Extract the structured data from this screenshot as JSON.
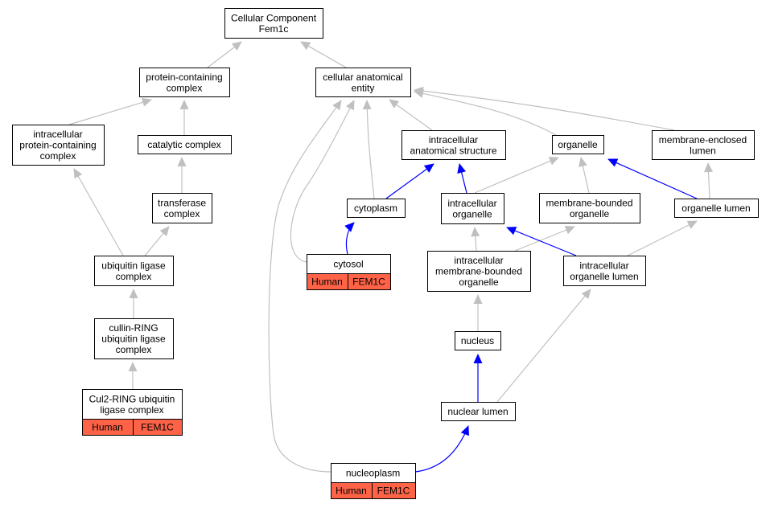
{
  "colors": {
    "edge_default": "#c0c0c0",
    "edge_highlight": "#0000ff",
    "annotation_fill": "#ff6347",
    "node_fill": "#ffffff",
    "node_stroke": "#000000"
  },
  "nodes": {
    "cc_root": {
      "lines": [
        "Cellular Component",
        "Fem1c"
      ]
    },
    "protein_containing_complex": {
      "lines": [
        "protein-containing",
        "complex"
      ]
    },
    "cellular_anatomical_entity": {
      "lines": [
        "cellular anatomical",
        "entity"
      ]
    },
    "intracellular_protein_containing_complex": {
      "lines": [
        "intracellular",
        "protein-containing",
        "complex"
      ]
    },
    "catalytic_complex": {
      "lines": [
        "catalytic complex"
      ]
    },
    "intracellular_anatomical_structure": {
      "lines": [
        "intracellular",
        "anatomical structure"
      ]
    },
    "organelle": {
      "lines": [
        "organelle"
      ]
    },
    "membrane_enclosed_lumen": {
      "lines": [
        "membrane-enclosed",
        "lumen"
      ]
    },
    "transferase_complex": {
      "lines": [
        "transferase",
        "complex"
      ]
    },
    "cytoplasm": {
      "lines": [
        "cytoplasm"
      ]
    },
    "intracellular_organelle": {
      "lines": [
        "intracellular",
        "organelle"
      ]
    },
    "membrane_bounded_organelle": {
      "lines": [
        "membrane-bounded",
        "organelle"
      ]
    },
    "organelle_lumen": {
      "lines": [
        "organelle lumen"
      ]
    },
    "ubiquitin_ligase_complex": {
      "lines": [
        "ubiquitin ligase",
        "complex"
      ]
    },
    "cytosol": {
      "lines": [
        "cytosol"
      ],
      "annotation": [
        "Human",
        "FEM1C"
      ]
    },
    "intracellular_membrane_bounded_organelle": {
      "lines": [
        "intracellular",
        "membrane-bounded",
        "organelle"
      ]
    },
    "intracellular_organelle_lumen": {
      "lines": [
        "intracellular",
        "organelle lumen"
      ]
    },
    "cullin_ring_ubiquitin_ligase_complex": {
      "lines": [
        "cullin-RING",
        "ubiquitin ligase",
        "complex"
      ]
    },
    "nucleus": {
      "lines": [
        "nucleus"
      ]
    },
    "cul2_ring_ubiquitin_ligase_complex": {
      "lines": [
        "Cul2-RING ubiquitin",
        "ligase complex"
      ],
      "annotation": [
        "Human",
        "FEM1C"
      ]
    },
    "nuclear_lumen": {
      "lines": [
        "nuclear lumen"
      ]
    },
    "nucleoplasm": {
      "lines": [
        "nucleoplasm"
      ],
      "annotation": [
        "Human",
        "FEM1C"
      ]
    }
  }
}
